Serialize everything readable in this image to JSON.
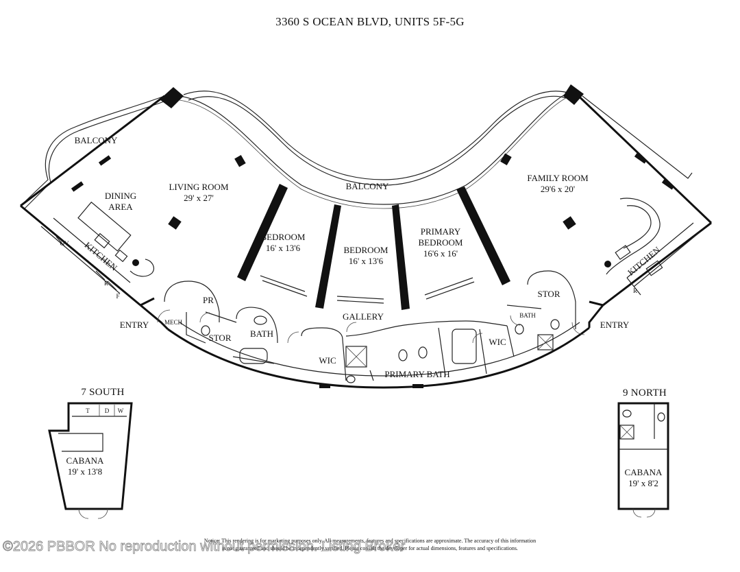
{
  "title": "3360 S OCEAN BLVD, UNITS 5F-5G",
  "rooms": {
    "balcony_left": "BALCONY",
    "balcony_center": "BALCONY",
    "dining_1": "DINING",
    "dining_2": "AREA",
    "living_name": "LIVING ROOM",
    "living_dim": "29' x 27'",
    "kitchen_left": "KITCHEN",
    "ov": "OV",
    "r_left": "R",
    "f_left": "F",
    "pr": "PR",
    "mech": "MECH",
    "stor_left": "STOR",
    "bath_left": "BATH",
    "bedroom1_name": "BEDROOM",
    "bedroom1_dim": "16' x 13'6",
    "bedroom2_name": "BEDROOM",
    "bedroom2_dim": "16' x 13'6",
    "primary_1": "PRIMARY",
    "primary_2": "BEDROOM",
    "primary_dim": "16'6 x 16'",
    "gallery": "GALLERY",
    "wic_left": "WIC",
    "primary_bath": "PRIMARY BATH",
    "wic_right": "WIC",
    "bath_right": "BATH",
    "stor_right": "STOR",
    "family_name": "FAMILY ROOM",
    "family_dim": "29'6 x 20'",
    "kitchen_right": "KITCHEN",
    "r_right": "R",
    "entry_left": "ENTRY",
    "entry_right": "ENTRY"
  },
  "south": {
    "heading": "7 SOUTH",
    "name": "CABANA",
    "dim": "19' x 13'8",
    "t": "T",
    "d": "D",
    "w": "W"
  },
  "north": {
    "heading": "9 NORTH",
    "name": "CABANA",
    "dim": "19' x 8'2"
  },
  "notice": {
    "line1": "Notice: This rendering is for marketing purposes only. All measurements, features and specifications are approximate. The accuracy of this information",
    "line2": "is not guaranteed and should be independently verified. Please consult the developer for actual dimensions, features and specifications."
  },
  "watermark": "©2026 PBBOR No reproduction without permission. Listing Broker"
}
